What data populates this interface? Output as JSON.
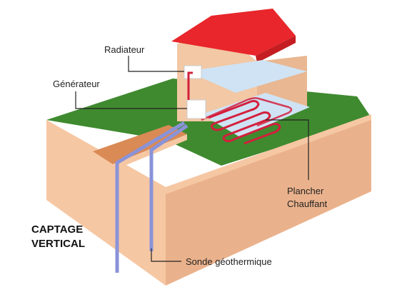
{
  "labels": {
    "radiateur": "Radiateur",
    "generateur": "Générateur",
    "plancher_line1": "Plancher",
    "plancher_line2": "Chauffant",
    "sonde": "Sonde géothermique",
    "captage_line1": "CAPTAGE",
    "captage_line2": "VERTICAL"
  },
  "colors": {
    "grass": "#3f8a2f",
    "soil_front": "#f6c7a3",
    "soil_side": "#eab28c",
    "trench": "#d98a55",
    "wall": "#f2c8a5",
    "wall_side": "#e9b792",
    "roof": "#e8262b",
    "roof_dark": "#c41d22",
    "floor_panel": "#cfe3f4",
    "heating_pipe": "#d31f3c",
    "probe": "#8a93d8",
    "leader": "#222222"
  }
}
